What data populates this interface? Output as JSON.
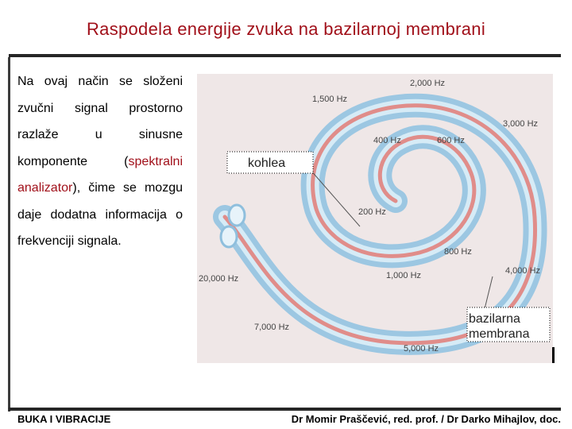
{
  "slide": {
    "title": "Raspodela energije zvuka na bazilarnoj membrani",
    "body": {
      "part1": "Na ovaj način se složeni zvučni signal prostorno razlaže u sinusne komponente (",
      "highlight1": "spektralni analizator",
      "part2": "), čime se mozgu daje dodatna informacija o frekvenciji signala."
    }
  },
  "figure": {
    "labels": {
      "cochlea": "kohlea",
      "membrane_line1": "bazilarna",
      "membrane_line2": "membrana"
    },
    "frequencies": {
      "f2000": "2,000 Hz",
      "f1500": "1,500 Hz",
      "f3000": "3,000 Hz",
      "f400": "400 Hz",
      "f600": "600 Hz",
      "f200": "200 Hz",
      "f800": "800 Hz",
      "f20000": "20,000 Hz",
      "f1000": "1,000 Hz",
      "f4000": "4,000 Hz",
      "f7000": "7,000 Hz",
      "f5000": "5,000 Hz"
    },
    "colors": {
      "tube": "#8fc3e1",
      "tube_light": "#d6ebf6",
      "membrane": "#e08d8a",
      "background": "#efe7e7"
    }
  },
  "footer": {
    "left": "BUKA I VIBRACIJE",
    "right": "Dr Momir Praščević, red. prof. / Dr Darko Mihajlov, doc."
  }
}
